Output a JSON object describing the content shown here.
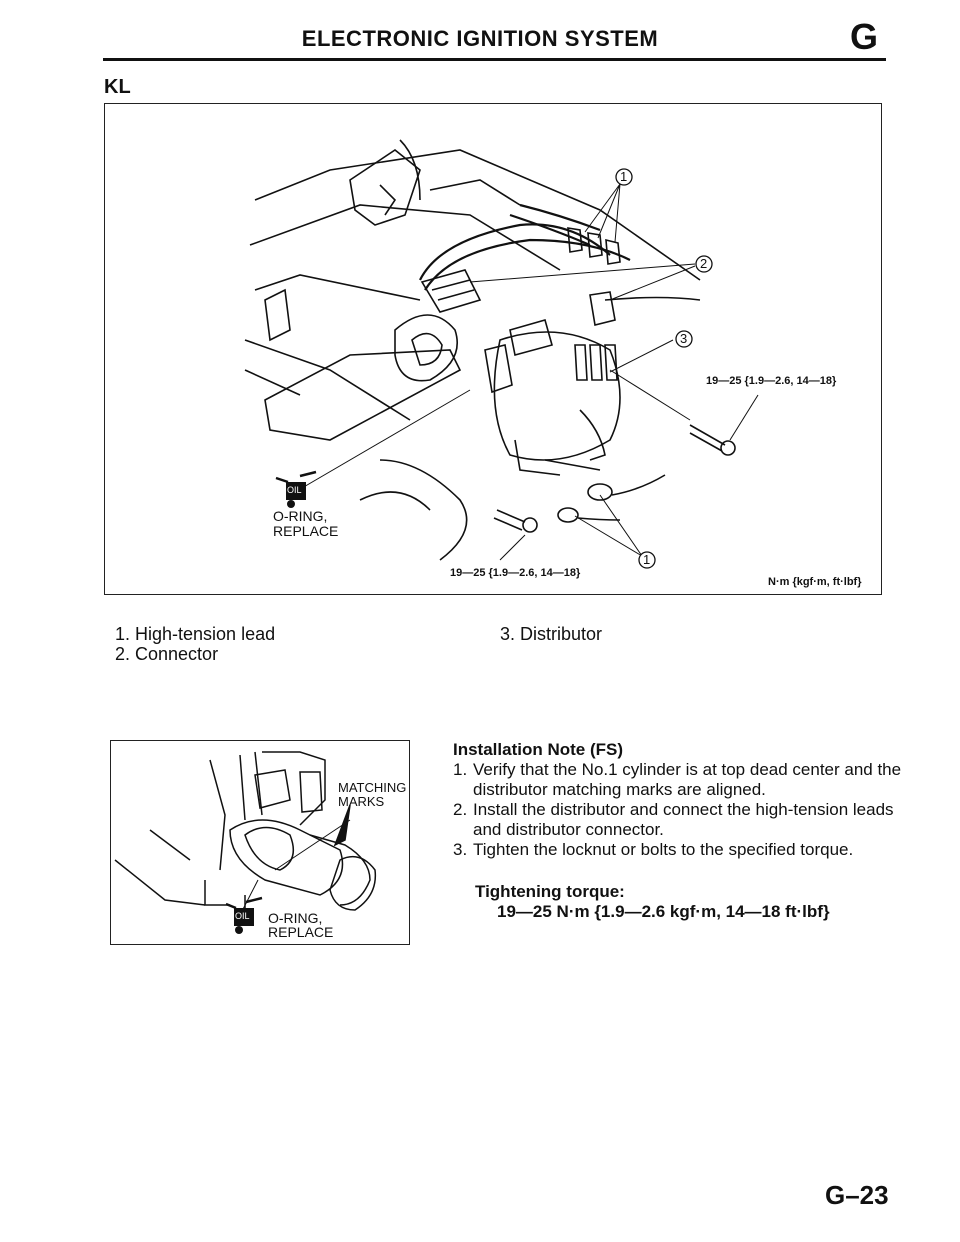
{
  "header": {
    "title": "ELECTRONIC IGNITION SYSTEM",
    "section_letter": "G"
  },
  "model_code": "KL",
  "main_figure": {
    "callouts": [
      "1",
      "2",
      "3",
      "1"
    ],
    "torque_label_top": "19—25 {1.9—2.6, 14—18}",
    "torque_label_bottom": "19—25 {1.9—2.6, 14—18}",
    "oring_line1": "O-RING,",
    "oring_line2": "REPLACE",
    "oil_label": "OIL",
    "units": "N·m {kgf·m, ft·lbf}"
  },
  "legend": {
    "item1": "1. High-tension lead",
    "item2": "2. Connector",
    "item3": "3. Distributor"
  },
  "detail_figure": {
    "matching_line1": "MATCHING",
    "matching_line2": "MARKS",
    "oring_line1": "O-RING,",
    "oring_line2": "REPLACE",
    "oil_label": "OIL"
  },
  "installation_note": {
    "title": "Installation Note (FS)",
    "steps": [
      {
        "num": "1.",
        "text": "Verify that the No.1 cylinder is at top dead center and the distributor matching marks are aligned."
      },
      {
        "num": "2.",
        "text": "Install the distributor and connect the high-tension leads and distributor connector."
      },
      {
        "num": "3.",
        "text": "Tighten the locknut or bolts to the specified torque."
      }
    ],
    "torque_heading": "Tightening torque:",
    "torque_value": "19—25 N·m {1.9—2.6 kgf·m, 14—18 ft·lbf}"
  },
  "page_number": "G–23"
}
